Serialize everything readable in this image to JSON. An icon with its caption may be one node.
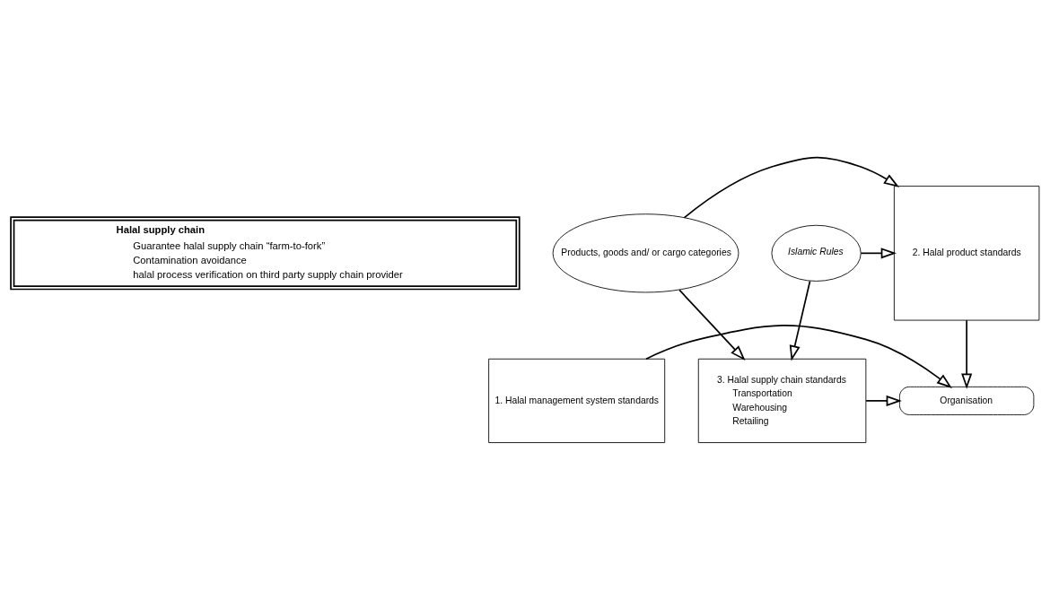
{
  "diagram": {
    "nodes": [
      {
        "text": [
          "Halal supply chain",
          "Guarantee halal supply chain “farm-to-fork”",
          "Contamination avoidance",
          "halal process verification on third party supply chain provider"
        ]
      },
      {
        "text": [
          "Products, goods and/ or cargo categories"
        ]
      },
      {
        "text": [
          "2. Halal product standards"
        ]
      },
      {
        "text": [
          "Islamic Rules"
        ]
      },
      {
        "text": [
          "3. Halal supply chain standards",
          "Transportation",
          "Warehousing",
          "Retailing"
        ]
      },
      {
        "text": [
          "Organisation"
        ]
      },
      {
        "text": [
          "1. Halal management system standards"
        ]
      }
    ],
    "edges": [
      {
        "from": 1,
        "to": 2,
        "arrow": "to"
      },
      {
        "from": 3,
        "to": 2,
        "arrow": "to"
      },
      {
        "from": 1,
        "to": 4,
        "arrow": "to"
      },
      {
        "from": 3,
        "to": 4,
        "arrow": "to"
      },
      {
        "from": 2,
        "to": 5,
        "arrow": "to"
      },
      {
        "from": 4,
        "to": 5,
        "arrow": "to"
      },
      {
        "from": 6,
        "to": 5,
        "arrow": "to"
      }
    ]
  }
}
